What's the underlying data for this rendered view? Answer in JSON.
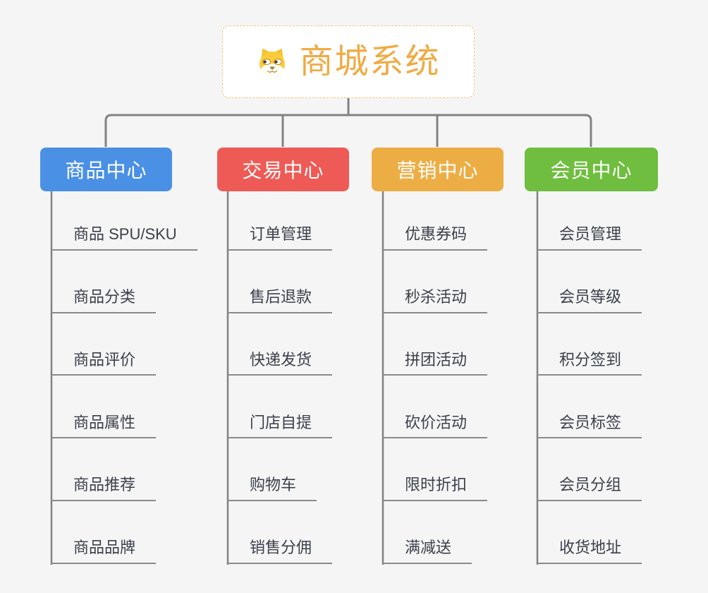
{
  "canvas": {
    "background": "#f5f5f6"
  },
  "root": {
    "title": "商城系统",
    "title_color": "#f0ab45",
    "border_color": "#f2c27e",
    "icon": "shiba-dog-icon"
  },
  "connectors": {
    "color": "#828282",
    "underline_color": "#8a8a8a"
  },
  "item_text_color": "#3b404a",
  "branches": [
    {
      "label": "商品中心",
      "color": "#4a90e5",
      "children": [
        "商品 SPU/SKU",
        "商品分类",
        "商品评价",
        "商品属性",
        "商品推荐",
        "商品品牌"
      ]
    },
    {
      "label": "交易中心",
      "color": "#ee5a55",
      "children": [
        "订单管理",
        "售后退款",
        "快递发货",
        "门店自提",
        "购物车",
        "销售分佣"
      ]
    },
    {
      "label": "营销中心",
      "color": "#ecae44",
      "children": [
        "优惠券码",
        "秒杀活动",
        "拼团活动",
        "砍价活动",
        "限时折扣",
        "满减送"
      ]
    },
    {
      "label": "会员中心",
      "color": "#6fbe3f",
      "children": [
        "会员管理",
        "会员等级",
        "积分签到",
        "会员标签",
        "会员分组",
        "收货地址"
      ]
    }
  ]
}
